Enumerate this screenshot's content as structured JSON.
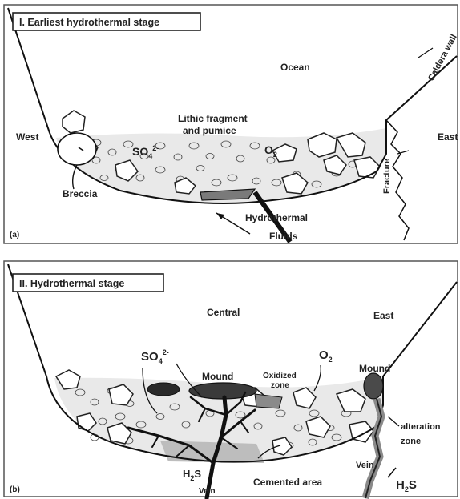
{
  "panel_a": {
    "title": "I. Earliest hydrothermal stage",
    "tag": "(a)",
    "ocean": "Ocean",
    "west": "West",
    "east": "East",
    "caldera_wall": "Caldera wall",
    "lithic_line1": "Lithic fragment",
    "lithic_line2": "and pumice",
    "sulfate_base": "SO",
    "sulfate_sub": "4",
    "sulfate_sup": "2-",
    "oxygen_base": "O",
    "oxygen_sub": "2",
    "breccia": "Breccia",
    "fracture": "Fracture",
    "fluids_line1": "Hydrothermal",
    "fluids_line2": "Fluids"
  },
  "panel_b": {
    "title": "II. Hydrothermal stage",
    "tag": "(b)",
    "central": "Central",
    "east": "East",
    "sulfate_base": "SO",
    "sulfate_sub": "4",
    "sulfate_sup": "2-",
    "oxygen_base": "O",
    "oxygen_sub": "2",
    "mound_central": "Mound",
    "mound_east": "Mound",
    "oxidized_line1": "Oxidized",
    "oxidized_line2": "zone",
    "alteration_line1": "alteration",
    "alteration_line2": "zone",
    "vein_central": "Vein",
    "vein_east": "Vein",
    "h2s_left_base": "H",
    "h2s_left_sub": "2",
    "h2s_left_tail": "S",
    "h2s_right_base": "H",
    "h2s_right_sub": "2",
    "h2s_right_tail": "S",
    "cemented": "Cemented area"
  }
}
